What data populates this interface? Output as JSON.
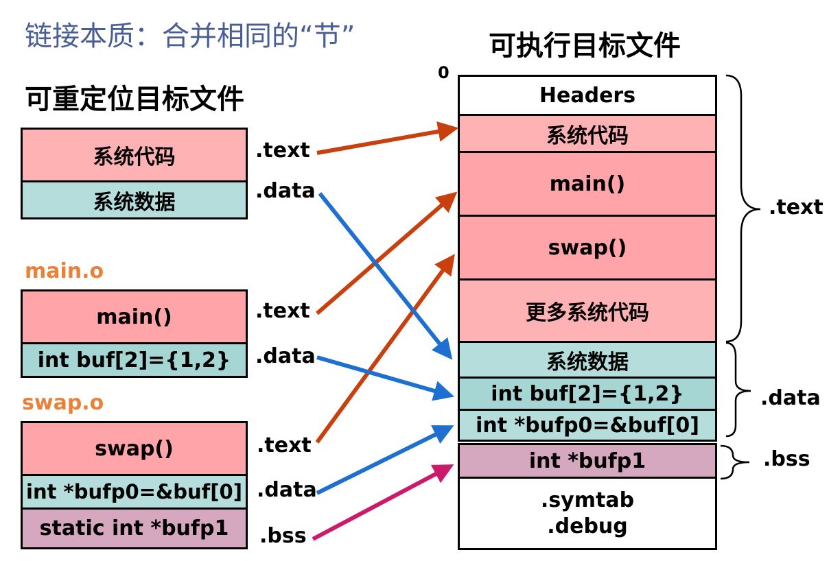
{
  "slide": {
    "title": "链接本质：合并相同的“节”",
    "left_heading": "可重定位目标文件",
    "right_heading": "可执行目标文件",
    "offset_zero": "0"
  },
  "left": {
    "system": {
      "code": "系统代码",
      "data": "系统数据",
      "text_label": ".text",
      "data_label": ".data"
    },
    "main_o": {
      "name": "main.o",
      "func": "main()",
      "data": "int  buf[2]={1,2}",
      "text_label": ".text",
      "data_label": ".data"
    },
    "swap_o": {
      "name": "swap.o",
      "func": "swap()",
      "data": "int *bufp0=&buf[0]",
      "bss": "static int *bufp1",
      "text_label": ".text",
      "data_label": ".data",
      "bss_label": ".bss"
    }
  },
  "exec": {
    "headers": "Headers",
    "sys_code": "系统代码",
    "main": "main()",
    "swap": "swap()",
    "more_code": "更多系统代码",
    "sys_data": "系统数据",
    "buf": "int buf[2]={1,2}",
    "bufp0": "int  *bufp0=&buf[0]",
    "bufp1": "int *bufp1",
    "symtab": ".symtab",
    "debug": ".debug",
    "text_brace": ".text",
    "data_brace": ".data",
    "bss_brace": ".bss"
  },
  "colors": {
    "text_arrow": "#c8400e",
    "data_arrow": "#1d6fd0",
    "bss_arrow": "#cc1a6a"
  }
}
